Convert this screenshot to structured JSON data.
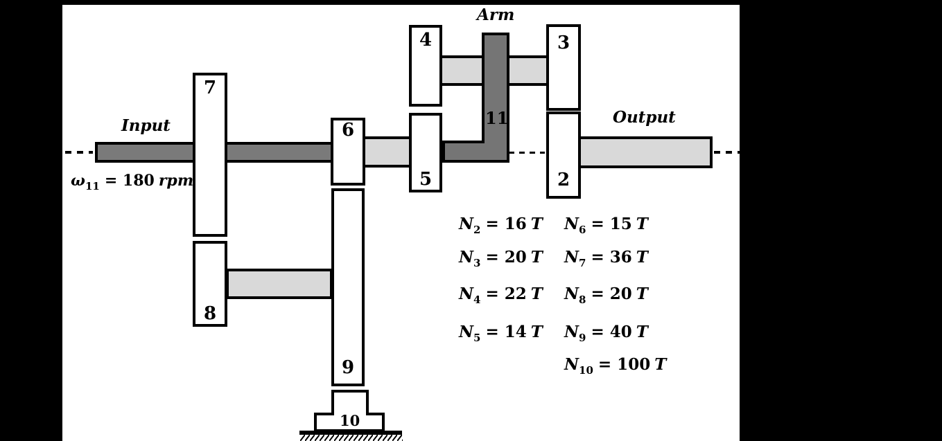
{
  "colors": {
    "background": "#000000",
    "canvas": "#ffffff",
    "outline": "#000000",
    "dark_shaft": "#7a7a7a",
    "light_shaft": "#d9d9d9",
    "arm_fill": "#757575"
  },
  "labels": {
    "arm": "Arm",
    "input": "Input",
    "output": "Output"
  },
  "omega": {
    "sym": "ω",
    "sub": "11",
    "val": "= 180",
    "unit": "rpm"
  },
  "gears": {
    "g2": "2",
    "g3": "3",
    "g4": "4",
    "g5": "5",
    "g6": "6",
    "g7": "7",
    "g8": "8",
    "g9": "9",
    "g10": "10",
    "g11": "11"
  },
  "teeth_left": [
    {
      "sym": "N",
      "sub": "2",
      "val": "= 16",
      "unit": "T"
    },
    {
      "sym": "N",
      "sub": "3",
      "val": "= 20",
      "unit": "T"
    },
    {
      "sym": "N",
      "sub": "4",
      "val": "= 22",
      "unit": "T"
    },
    {
      "sym": "N",
      "sub": "5",
      "val": "= 14",
      "unit": "T"
    }
  ],
  "teeth_right": [
    {
      "sym": "N",
      "sub": "6",
      "val": "= 15",
      "unit": "T"
    },
    {
      "sym": "N",
      "sub": "7",
      "val": "= 36",
      "unit": "T"
    },
    {
      "sym": "N",
      "sub": "8",
      "val": "= 20",
      "unit": "T"
    },
    {
      "sym": "N",
      "sub": "9",
      "val": "= 40",
      "unit": "T"
    },
    {
      "sym": "N",
      "sub": "10",
      "val": "= 100",
      "unit": "T"
    }
  ]
}
